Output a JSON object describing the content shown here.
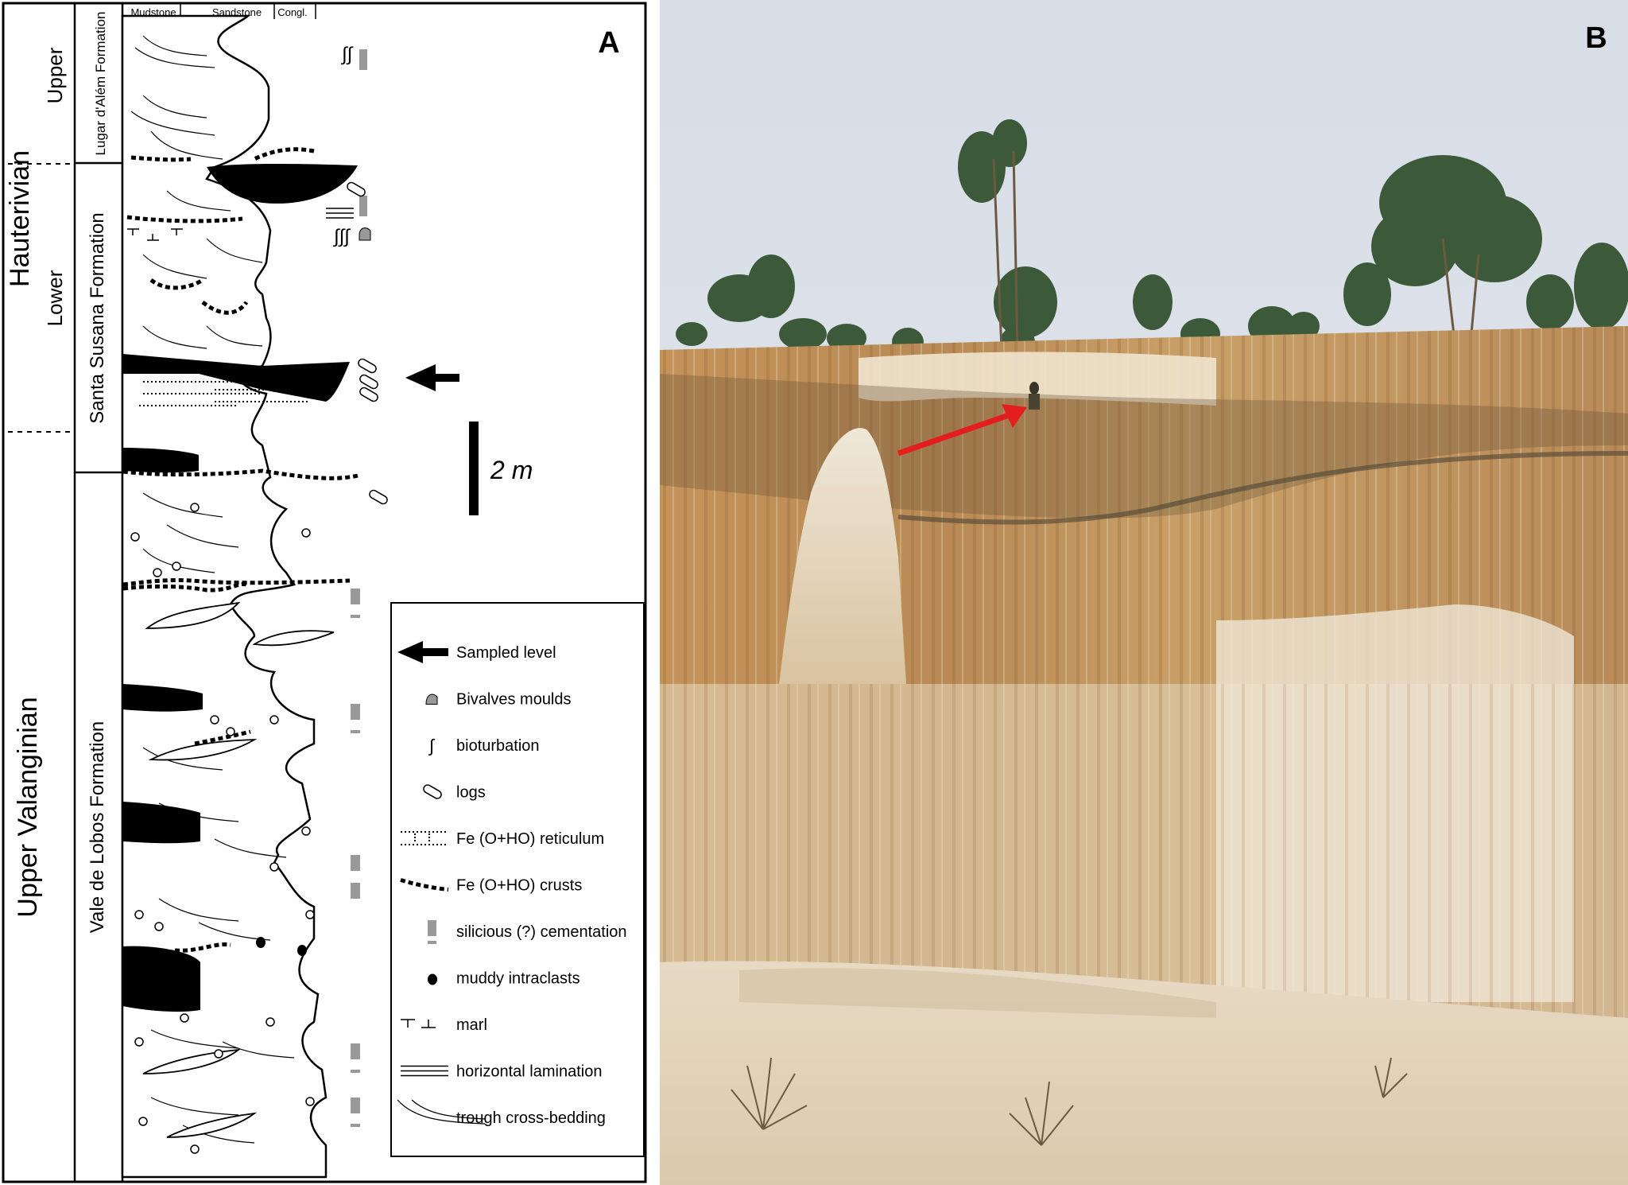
{
  "panel_a": {
    "label": "A",
    "grain_columns": [
      "Mudstone",
      "Sandstone",
      "Congl."
    ],
    "stages": {
      "hauterivian": "Hauterivian",
      "upper": "Upper",
      "lower": "Lower",
      "upper_valanginian": "Upper Valanginian"
    },
    "formations": {
      "lugar": "Lugar d'Além Formation",
      "santa_susana": "Santa Susana Formation",
      "vale_de_lobos": "Vale de Lobos Formation"
    },
    "scale_label": "2 m",
    "legend": [
      {
        "icon": "sampled-level-arrow",
        "label": "Sampled level"
      },
      {
        "icon": "bivalve-mould-icon",
        "label": "Bivalves moulds"
      },
      {
        "icon": "bioturbation-icon",
        "label": "bioturbation"
      },
      {
        "icon": "log-icon",
        "label": "logs"
      },
      {
        "icon": "fe-reticulum-icon",
        "label": "Fe (O+HO) reticulum"
      },
      {
        "icon": "fe-crust-icon",
        "label": "Fe (O+HO) crusts"
      },
      {
        "icon": "silicious-cementation-icon",
        "label": "silicious (?) cementation"
      },
      {
        "icon": "muddy-intraclast-icon",
        "label": "muddy intraclasts"
      },
      {
        "icon": "marl-icon",
        "label": "marl"
      },
      {
        "icon": "horizontal-lamination-icon",
        "label": "horizontal lamination"
      },
      {
        "icon": "trough-cross-bedding-icon",
        "label": "trough cross-bedding"
      }
    ]
  },
  "panel_b": {
    "label": "B",
    "colors": {
      "sky": "#dde3ea",
      "cliff": "#c89a58",
      "pale": "#e8ddc8",
      "ground": "#e2d3b8",
      "arrow": "#e41e1e"
    }
  }
}
